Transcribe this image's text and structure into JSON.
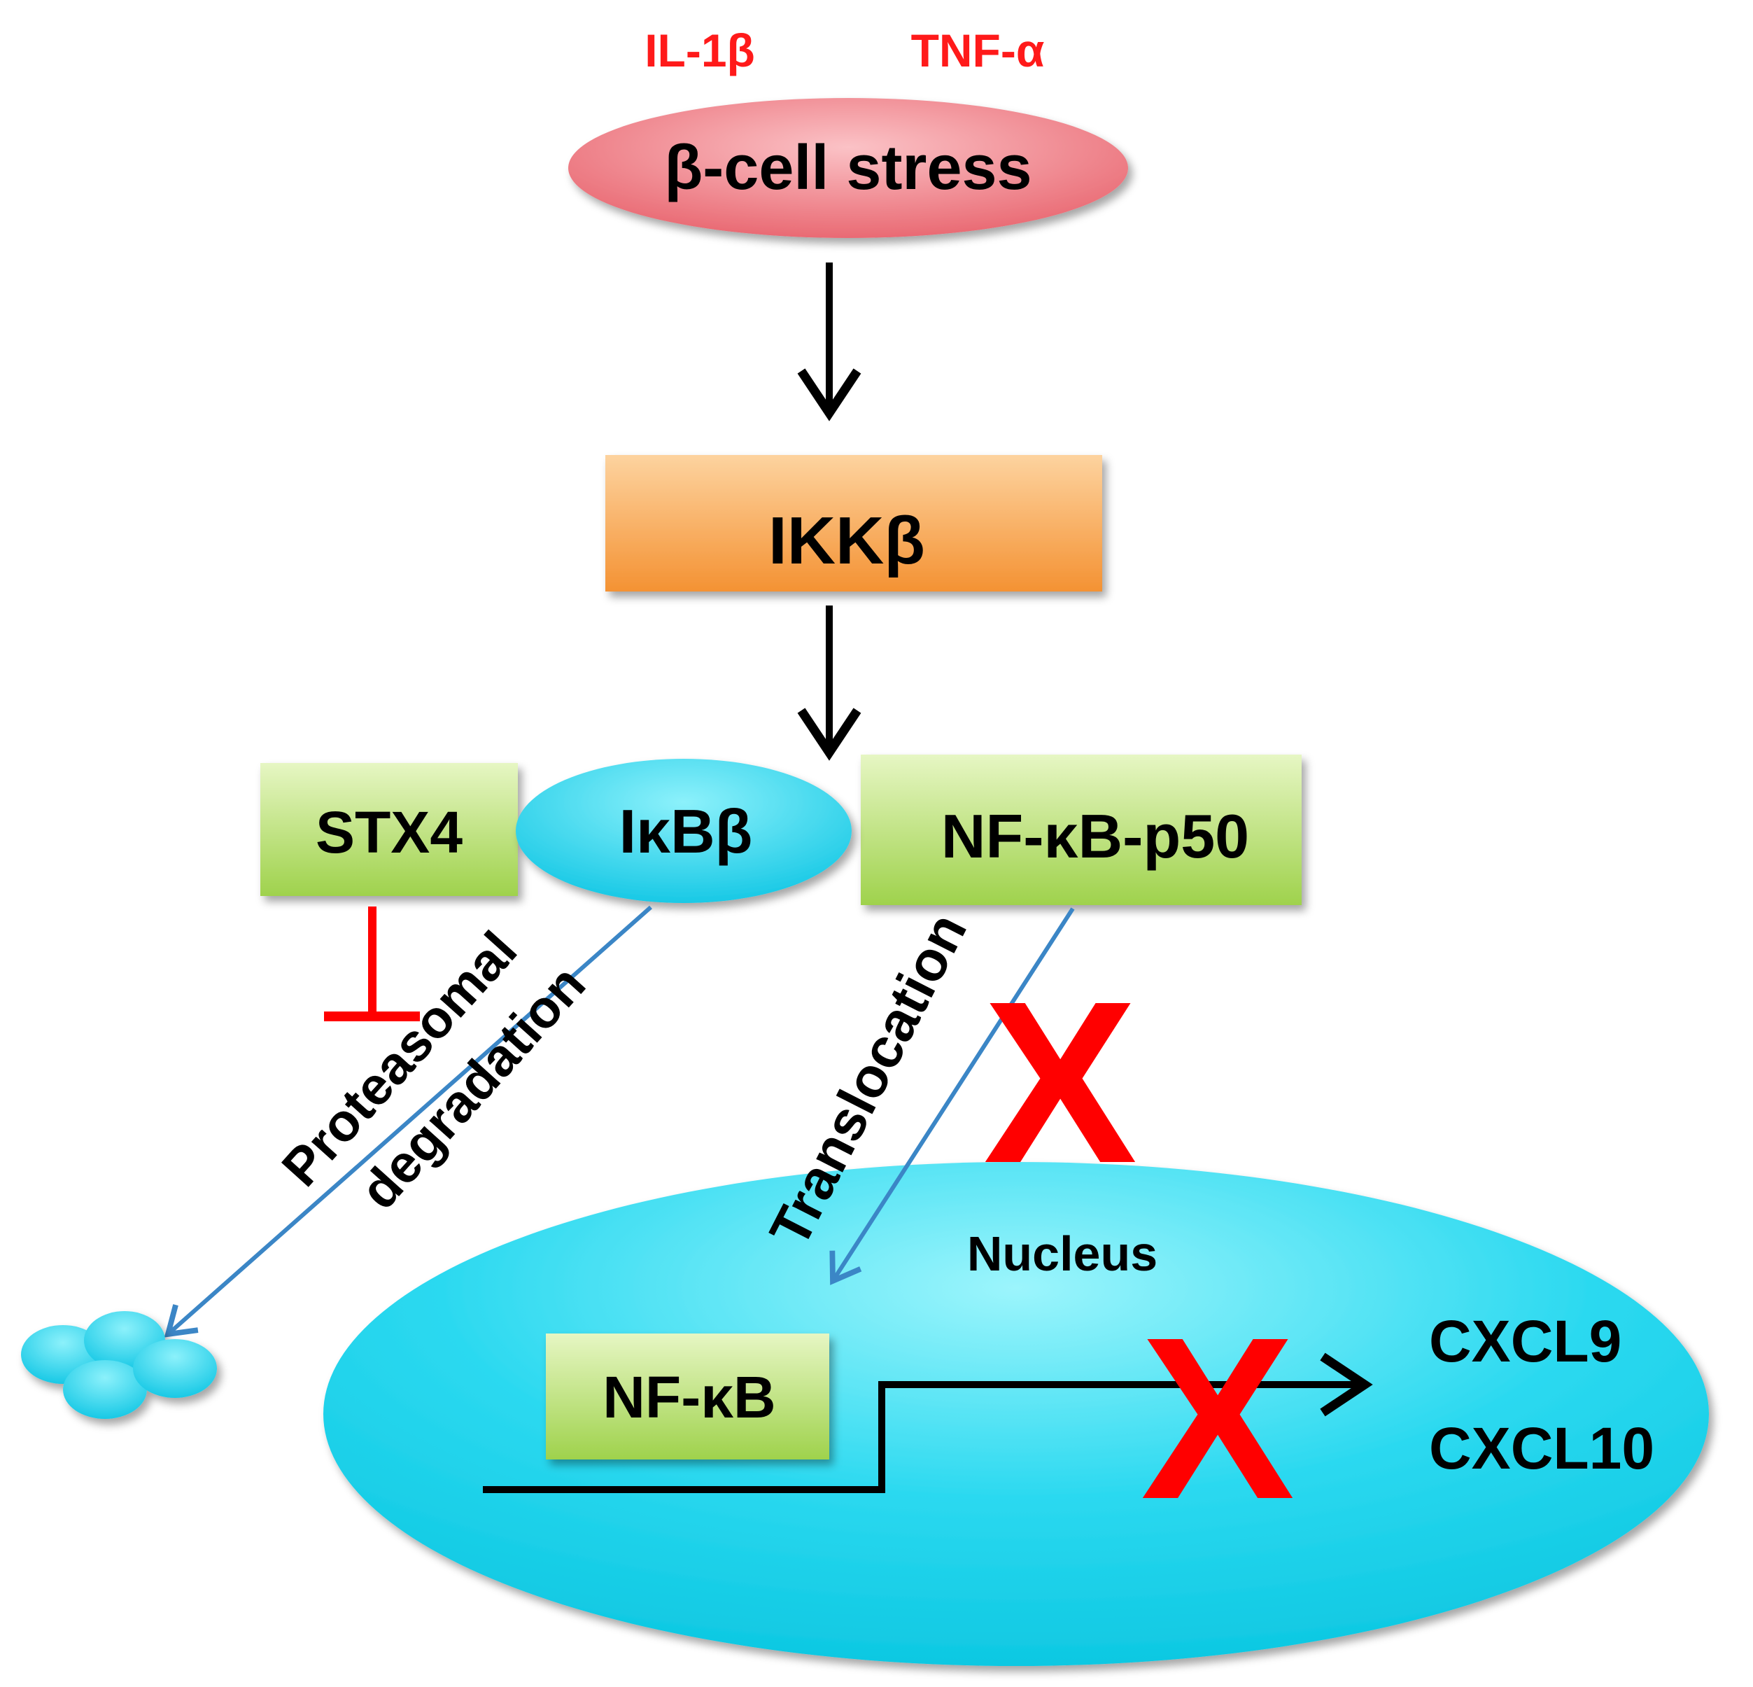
{
  "stimuli": [
    "IL-1β",
    "TNF-α"
  ],
  "nodes": {
    "stress": "β-cell stress",
    "ikk": "IKKβ",
    "stx4": "STX4",
    "ikb": "IκBβ",
    "p50": "NF-κB-p50",
    "nfkb": "NF-κB",
    "nucleus": "Nucleus"
  },
  "labels": {
    "degradation_line1": "Proteasomal",
    "degradation_line2": "degradation",
    "translocation": "Translocation"
  },
  "genes": [
    "CXCL9",
    "CXCL10"
  ],
  "blocked_marks": [
    "X",
    "X"
  ],
  "colors": {
    "stimulus_text": "#ff1a1a",
    "stress_fill": "#f07f86",
    "ikk_fill": "#f9a54a",
    "green_fill": "#b4dc6b",
    "cyan_fill": "#28d6ec",
    "inhibit": "#ff0000",
    "blue_arrow": "#3b86c6",
    "black_arrow": "#000000",
    "x_mark": "#ff0000"
  }
}
